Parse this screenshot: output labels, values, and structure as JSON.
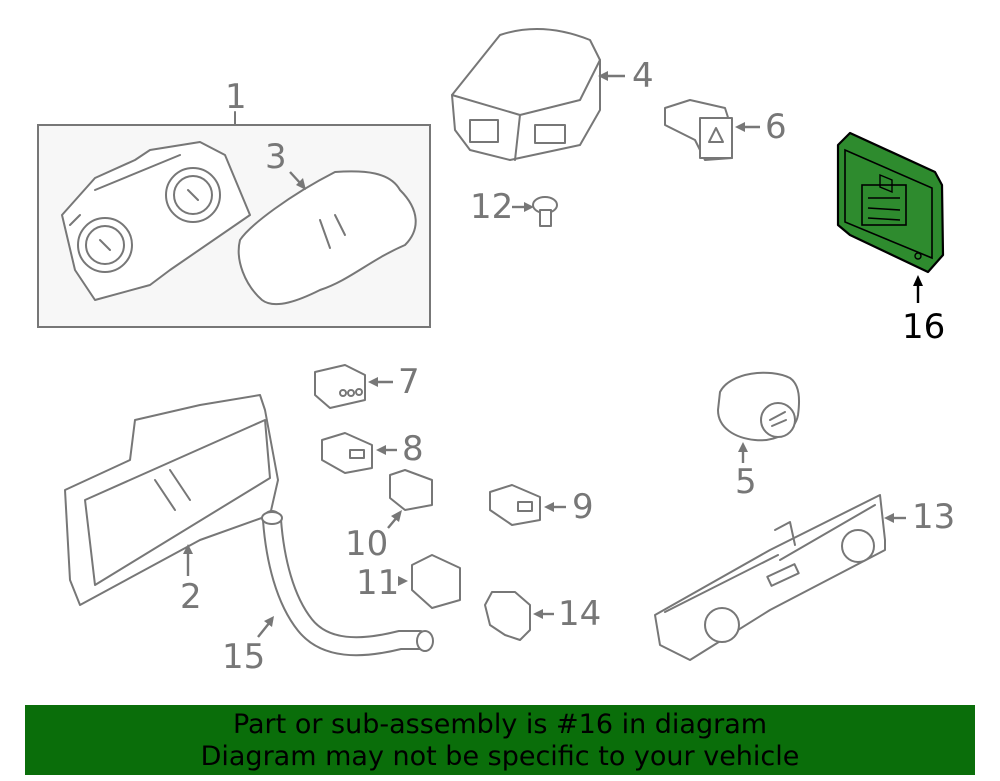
{
  "callouts": {
    "c1": "1",
    "c2": "2",
    "c3": "3",
    "c4": "4",
    "c5": "5",
    "c6": "6",
    "c7": "7",
    "c8": "8",
    "c9": "9",
    "c10": "10",
    "c11": "11",
    "c12": "12",
    "c13": "13",
    "c14": "14",
    "c15": "15",
    "c16": "16"
  },
  "highlighted_part": "16",
  "colors": {
    "highlight_part": "#2e8b2e",
    "banner_background": "#0a6e0a",
    "line_art": "#777777",
    "highlight_label": "#000000"
  },
  "banner": {
    "line1": "Part or sub-assembly is #16 in diagram",
    "line2": "Diagram may not be specific to your vehicle"
  }
}
